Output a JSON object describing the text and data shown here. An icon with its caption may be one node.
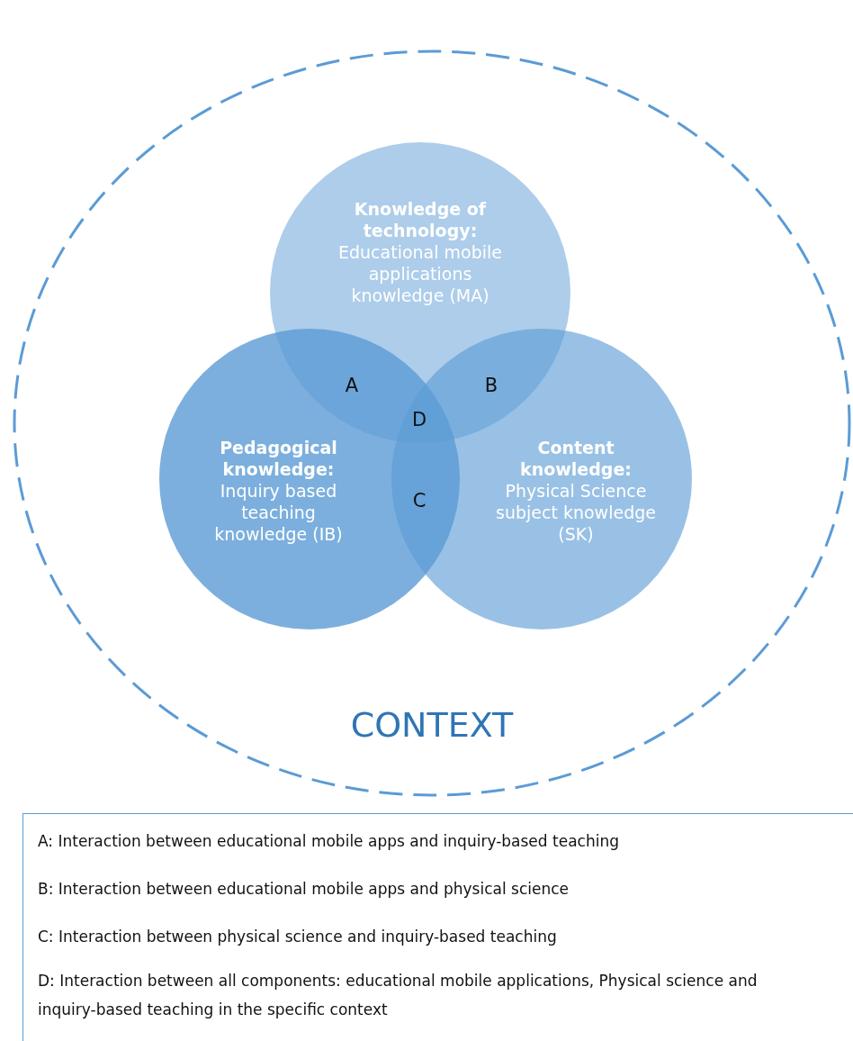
{
  "diagram": {
    "nodes": [
      {
        "text": [
          "CONTEXT"
        ]
      },
      {
        "text": [
          "Knowledge of technology:",
          "Educational mobile applications knowledge (MA)"
        ],
        "in": 0
      },
      {
        "text": [
          "Pedagogical knowledge:",
          "Inquiry based teaching knowledge (IB)"
        ],
        "in": 0
      },
      {
        "text": [
          "Content knowledge:",
          "Physical Science subject knowledge (SK)"
        ],
        "in": 0
      },
      {
        "text": [
          "A: Interaction between educational mobile apps and inquiry-based teaching",
          "B: Interaction between educational mobile apps and physical science",
          "C: Interaction between physical science and inquiry-based teaching",
          "D: Interaction between all components: educational mobile applications, Physical science and inquiry-based teaching in the specific context"
        ]
      }
    ],
    "labels": [
      "A",
      "B",
      "D",
      "C"
    ]
  }
}
